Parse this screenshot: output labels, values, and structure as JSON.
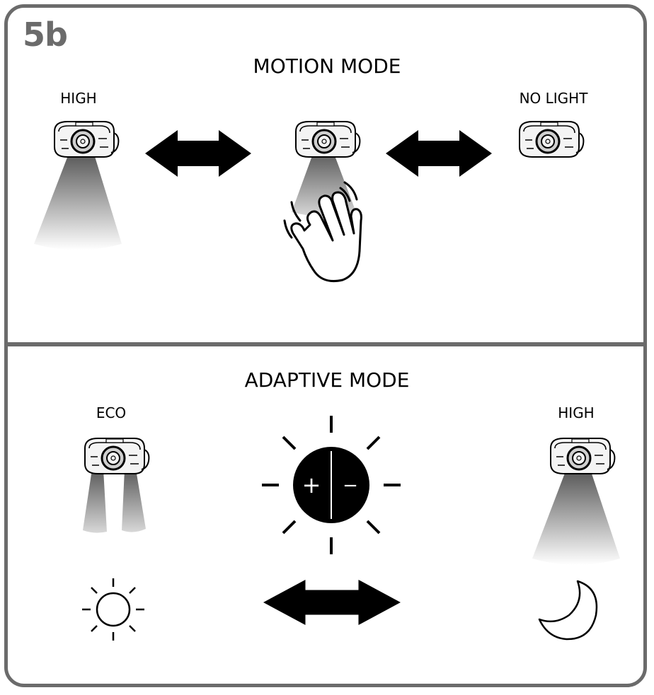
{
  "step": "5b",
  "motion": {
    "title": "MOTION MODE",
    "left_label": "HIGH",
    "right_label": "NO LIGHT"
  },
  "adaptive": {
    "title": "ADAPTIVE MODE",
    "left_label": "ECO",
    "right_label": "HIGH",
    "brightness_plus": "+",
    "brightness_minus": "−"
  },
  "icons": [
    "headlamp-icon",
    "double-arrow-icon",
    "waving-hand-icon",
    "bright-sun-icon",
    "outline-sun-icon",
    "crescent-moon-icon"
  ],
  "colors": {
    "frame": "#6b6b6b",
    "ink": "#000000",
    "beam_dark": "#555555"
  }
}
